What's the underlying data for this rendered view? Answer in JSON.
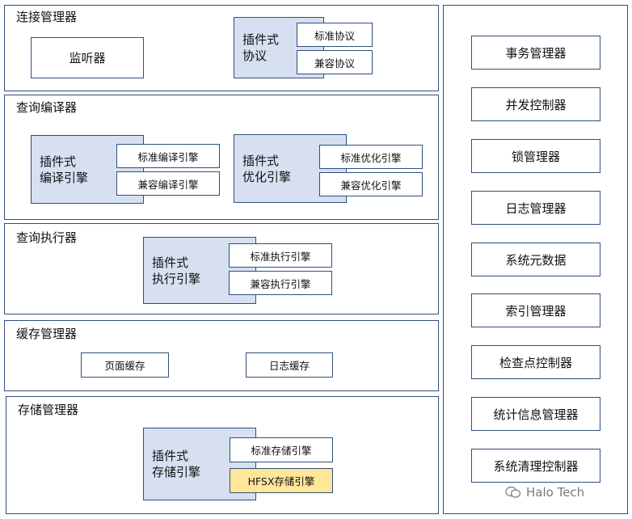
{
  "conn": {
    "title": "连接管理器",
    "listener": "监听器",
    "plug_line1": "插件式",
    "plug_line2": "协议",
    "std": "标准协议",
    "compat": "兼容协议"
  },
  "compiler": {
    "title": "查询编译器",
    "comp_plug_line1": "插件式",
    "comp_plug_line2": "编译引擎",
    "comp_std": "标准编译引擎",
    "comp_compat": "兼容编译引擎",
    "opt_plug_line1": "插件式",
    "opt_plug_line2": "优化引擎",
    "opt_std": "标准优化引擎",
    "opt_compat": "兼容优化引擎"
  },
  "executor": {
    "title": "查询执行器",
    "plug_line1": "插件式",
    "plug_line2": "执行引擎",
    "std": "标准执行引擎",
    "compat": "兼容执行引擎"
  },
  "cache": {
    "title": "缓存管理器",
    "page": "页面缓存",
    "log": "日志缓存"
  },
  "storage": {
    "title": "存储管理器",
    "plug_line1": "插件式",
    "plug_line2": "存储引擎",
    "std": "标准存储引擎",
    "hfsx": "HFSX存储引擎"
  },
  "side_items": [
    "事务管理器",
    "并发控制器",
    "锁管理器",
    "日志管理器",
    "系统元数据",
    "索引管理器",
    "检查点控制器",
    "统计信息管理器",
    "系统清理控制器"
  ],
  "watermark": "Halo Tech",
  "colors": {
    "border": "#2f4f7a",
    "plugin_fill": "#d7e0f1",
    "highlight_fill": "#ffe699"
  }
}
